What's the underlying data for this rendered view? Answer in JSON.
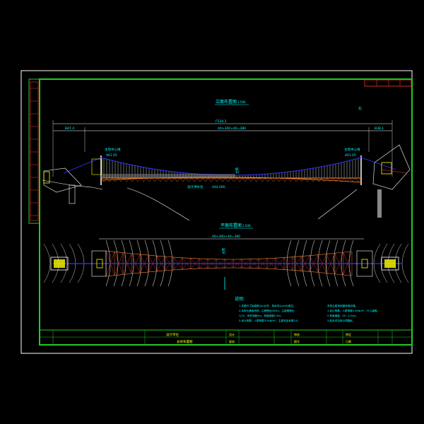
{
  "drawing": {
    "elevation_title": "立面布置图",
    "elevation_scale": "1:500",
    "plan_title": "平面布置图",
    "plan_scale": "1:500",
    "north_label": "北",
    "total_span": "F534.3",
    "left_offset": "B47.4",
    "main_span": "40+300+40=380",
    "right_offset": "B38.1",
    "left_pier_label": "主塔中心线",
    "right_pier_label": "主塔中心线",
    "left_elev": "461.05",
    "right_elev": "461.05",
    "deck_note": "设计洪水位",
    "deck_elev": "444.000",
    "mid_label": "主跨",
    "plan_span": "40+300+40=380",
    "plan_mid": "主跨"
  },
  "notes": {
    "title": "说明:",
    "left": [
      "1.本图尺寸除高程以m计外，其余均以cm为单位。",
      "2.本桥为悬索吊桥，主跨跨径300m，主缆垂跨比",
      "  1/10，吊杆间距5m，桥面宽度2.5m。",
      "3.设计荷载：人群荷载3.5kN/m²，主缆安全系数3.0。"
    ],
    "right": [
      "本桥主缆采用镀锌钢丝绳。",
      "1.设计荷载：人群荷载3.5kN/m²，行人高峰。",
      "2.桥面铺装：20~1.5cm。",
      "3.其余详见各分项图纸。"
    ]
  },
  "title_block": {
    "project": "设计单位",
    "drawing_name": "总体布置图",
    "cells": [
      "设计",
      "复核",
      "审核",
      "图号",
      "审定",
      "日期"
    ]
  },
  "colors": {
    "background": "#000000",
    "frame": "#ffffff",
    "border": "#22cc22",
    "text": "#00ffff",
    "cable": "#3333ff",
    "deck": "#ff8833",
    "grid": "#ff3333",
    "ground": "#ffffff",
    "accent": "#ffff00"
  }
}
